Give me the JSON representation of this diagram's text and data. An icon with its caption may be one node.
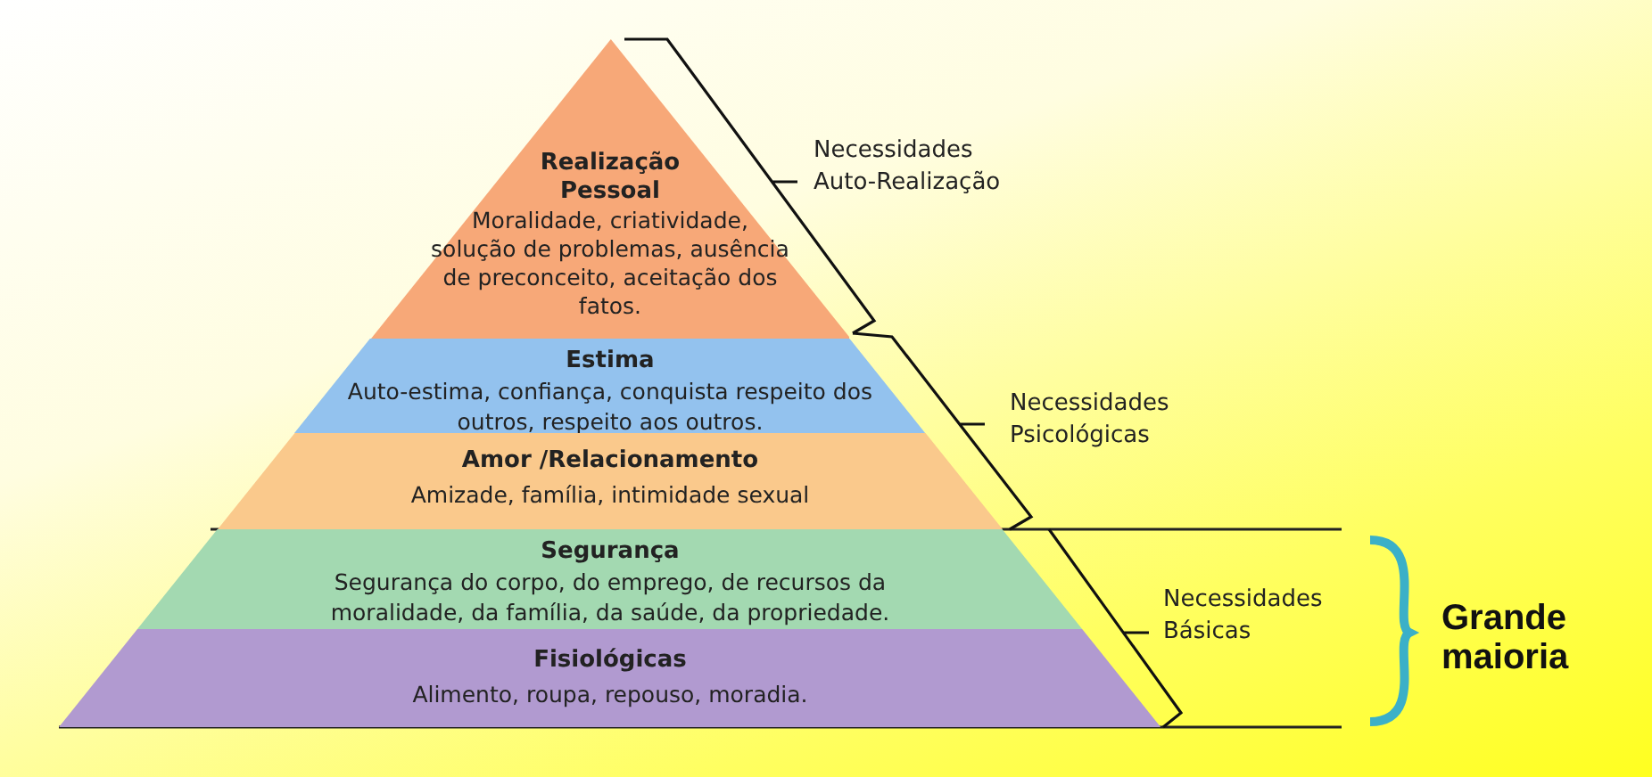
{
  "diagram": {
    "nodes": [
      {
        "text": [
          "Realização Pessoal",
          "Moralidade, criatividade, solução de problemas, ausência de preconceito, aceitação dos fatos."
        ]
      },
      {
        "text": [
          "Estima",
          "Auto-estima, confiança, conquista respeito dos outros, respeito aos outros."
        ]
      },
      {
        "text": [
          "Amor /Relacionamento",
          "Amizade, família, intimidade sexual"
        ]
      },
      {
        "text": [
          "Segurança",
          "Segurança do corpo, do emprego, de recursos da moralidade, da família, da saúde, da propriedade."
        ]
      },
      {
        "text": [
          "Fisiológicas",
          "Alimento, roupa, repouso, moradia."
        ]
      }
    ],
    "labels": [
      "Necessidades Auto-Realização",
      "Necessidades Psicológicas",
      "Necessidades Básicas",
      "Grande maioria"
    ]
  }
}
